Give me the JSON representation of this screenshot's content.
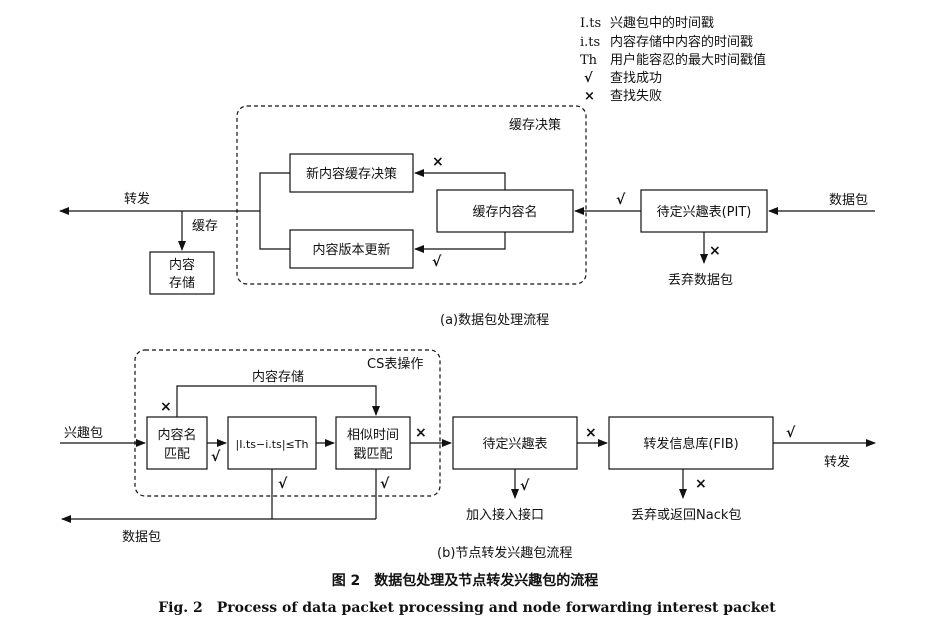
{
  "legend": [
    {
      "key": "I.ts",
      "text": "兴趣包中的时间戳"
    },
    {
      "key": "i.ts",
      "text": "内容存储中内容的时间戳"
    },
    {
      "key": "Th",
      "text": "用户能容忍的最大时间戳值"
    },
    {
      "key": "√",
      "text": "查找成功"
    },
    {
      "key": "×",
      "text": "查找失败"
    }
  ],
  "part_a": {
    "group_label": "缓存决策",
    "new_cache": "新内容缓存决策",
    "version_update": "内容版本更新",
    "cache_name": "缓存内容名",
    "pit": "待定兴趣表(PIT)",
    "input": "数据包",
    "forward": "转发",
    "cache_label": "缓存",
    "content_store_l1": "内容",
    "content_store_l2": "存储",
    "discard": "丢弃数据包",
    "caption": "(a)数据包处理流程"
  },
  "part_b": {
    "group_label": "CS表操作",
    "content_store_path": "内容存储",
    "input": "兴趣包",
    "name_match_l1": "内容名",
    "name_match_l2": "匹配",
    "ts_check": "|I.ts−i.ts|≤Th",
    "similar_l1": "相似时间",
    "similar_l2": "戳匹配",
    "pit": "待定兴趣表",
    "fib": "转发信息库(FIB)",
    "forward": "转发",
    "join_iface": "加入接入接口",
    "discard_nack": "丢弃或返回Nack包",
    "data_packet": "数据包",
    "caption": "(b)节点转发兴趣包流程"
  },
  "marks": {
    "ok": "√",
    "fail": "×"
  },
  "figure": {
    "title_cn": "图 2　数据包处理及节点转发兴趣包的流程",
    "title_en": "Fig. 2　Process of data packet processing and node forwarding interest packet"
  }
}
